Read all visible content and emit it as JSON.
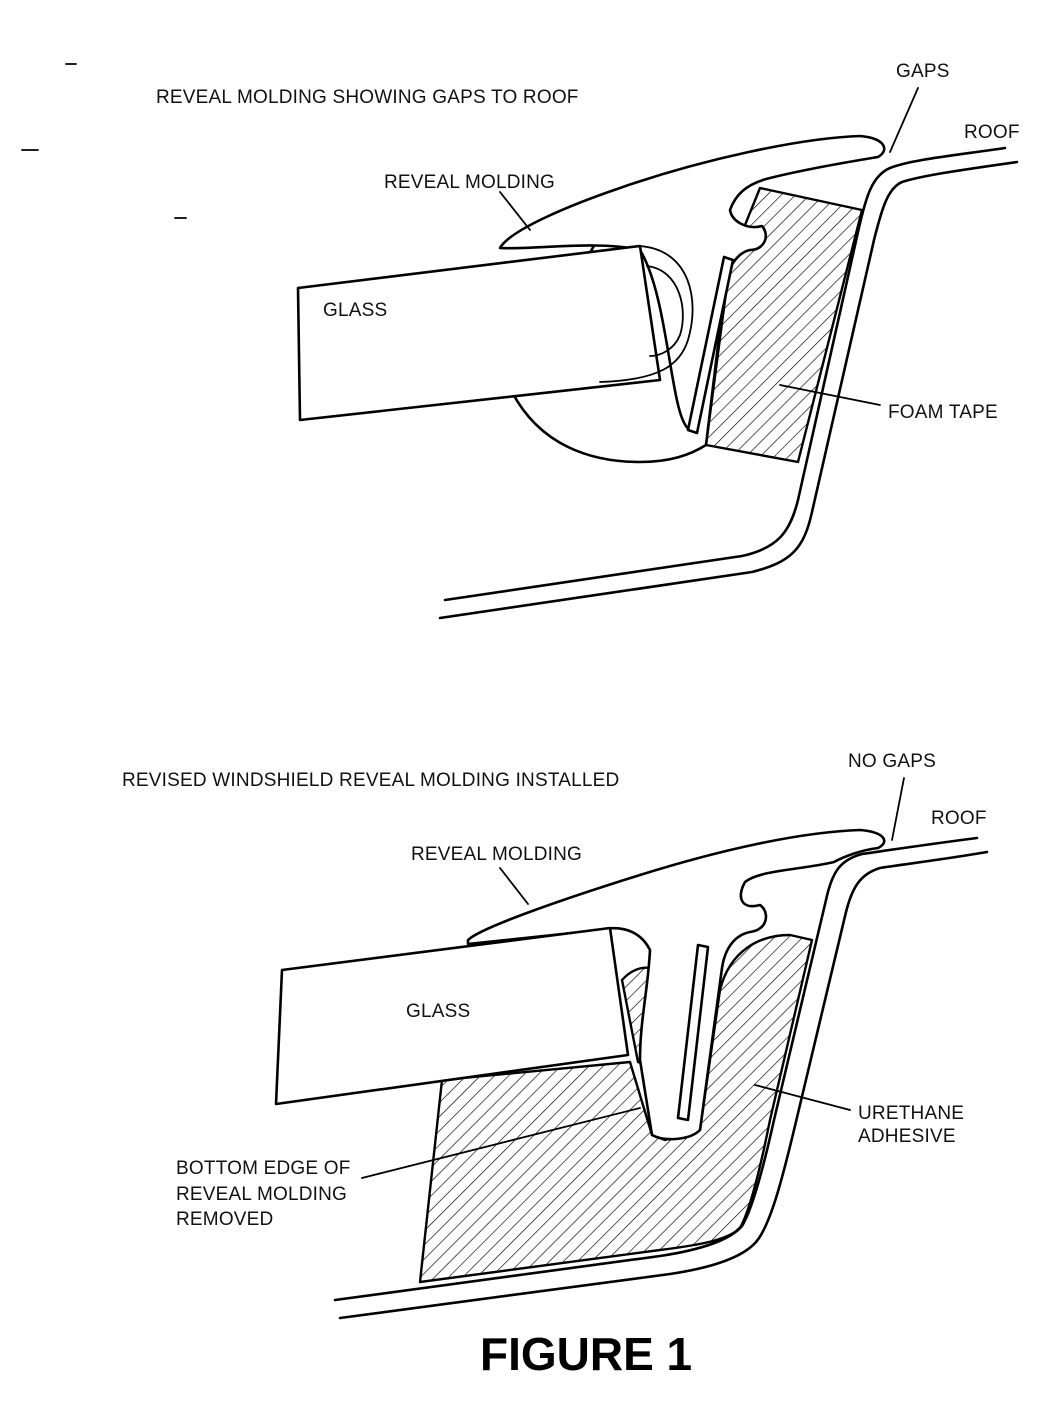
{
  "figure_title": "FIGURE 1",
  "top_diagram": {
    "caption": "REVEAL MOLDING SHOWING GAPS TO ROOF",
    "labels": {
      "gaps": "GAPS",
      "roof": "ROOF",
      "reveal_molding": "REVEAL MOLDING",
      "glass": "GLASS",
      "foam_tape": "FOAM TAPE"
    }
  },
  "bottom_diagram": {
    "caption": "REVISED WINDSHIELD REVEAL MOLDING INSTALLED",
    "labels": {
      "no_gaps": "NO GAPS",
      "roof": "ROOF",
      "reveal_molding": "REVEAL MOLDING",
      "glass": "GLASS",
      "urethane_adhesive_line1": "URETHANE",
      "urethane_adhesive_line2": "ADHESIVE",
      "bottom_edge_line1": "BOTTOM EDGE OF",
      "bottom_edge_line2": "REVEAL MOLDING",
      "bottom_edge_line3": "REMOVED"
    }
  }
}
